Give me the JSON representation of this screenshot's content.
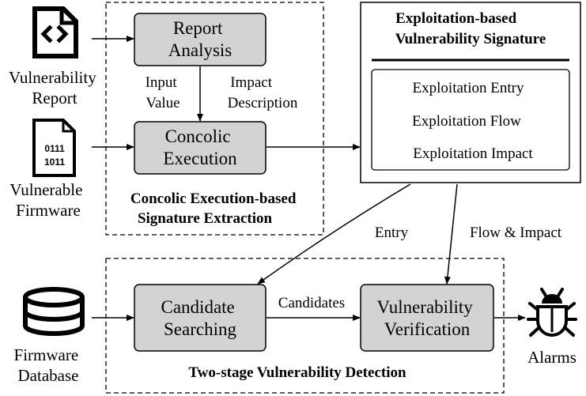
{
  "inputs": {
    "report": {
      "icon": "code-document-icon",
      "lines": [
        "Vulnerability",
        "Report"
      ]
    },
    "firmware": {
      "icon": "binary-file-icon",
      "lines": [
        "Vulnerable",
        "Firmware"
      ]
    },
    "database": {
      "icon": "database-icon",
      "lines": [
        "Firmware",
        "Database"
      ]
    }
  },
  "extraction_group": {
    "title_lines": [
      "Concolic Execution-based",
      "Signature Extraction"
    ],
    "report_analysis": [
      "Report",
      "Analysis"
    ],
    "concolic_execution": [
      "Concolic",
      "Execution"
    ],
    "input_value": [
      "Input",
      "Value"
    ],
    "impact_description": [
      "Impact",
      "Description"
    ]
  },
  "signature": {
    "title_lines": [
      "Exploitation-based",
      "Vulnerability Signature"
    ],
    "items": [
      "Exploitation Entry",
      "Exploitation Flow",
      "Exploitation Impact"
    ]
  },
  "edge_labels": {
    "entry": "Entry",
    "flow_impact": "Flow & Impact",
    "candidates": "Candidates"
  },
  "detection_group": {
    "title": "Two-stage Vulnerability Detection",
    "candidate_searching": [
      "Candidate",
      "Searching"
    ],
    "vulnerability_verification": [
      "Vulnerability",
      "Verification"
    ]
  },
  "output": {
    "icon": "bug-icon",
    "label": "Alarms"
  }
}
